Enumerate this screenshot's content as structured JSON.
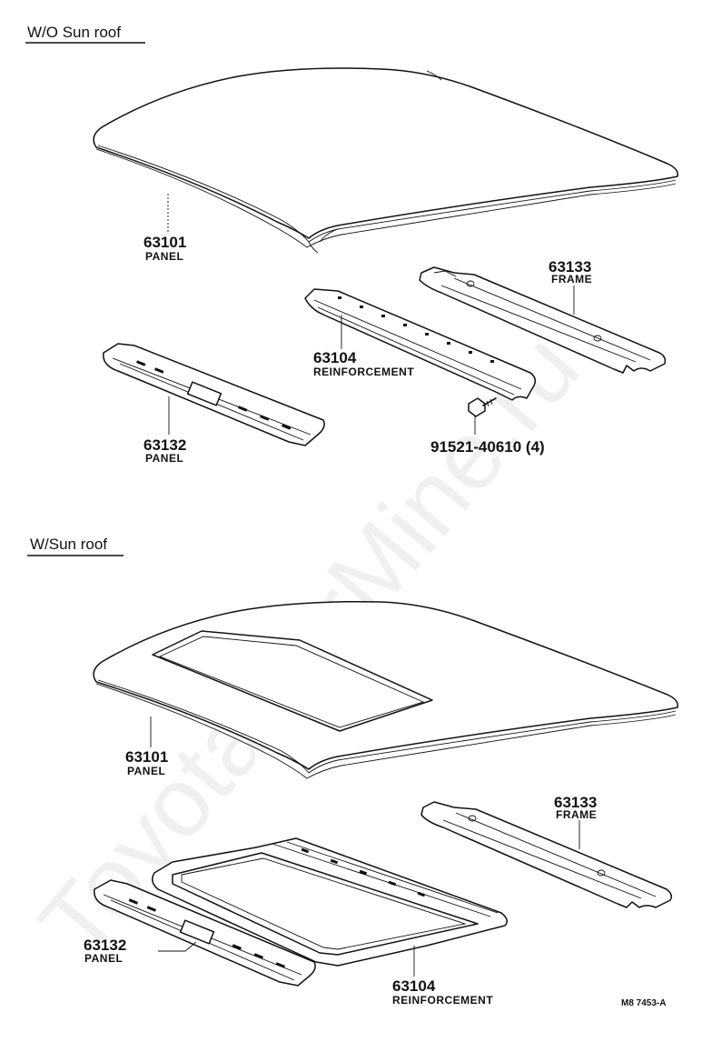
{
  "watermark": "ToyotaCarMine.ru",
  "sections": [
    {
      "title": "W/O  Sun roof",
      "callouts": [
        {
          "part": "63101",
          "name": "PANEL"
        },
        {
          "part": "63133",
          "name": "FRAME"
        },
        {
          "part": "63104",
          "name": "REINFORCEMENT"
        },
        {
          "part": "63132",
          "name": "PANEL"
        },
        {
          "part": "91521-40610 (4)",
          "name": ""
        }
      ]
    },
    {
      "title": "W/Sun roof",
      "callouts": [
        {
          "part": "63101",
          "name": "PANEL"
        },
        {
          "part": "63133",
          "name": "FRAME"
        },
        {
          "part": "63132",
          "name": "PANEL"
        },
        {
          "part": "63104",
          "name": "REINFORCEMENT"
        }
      ]
    }
  ],
  "figure_code": "M8  7453-A"
}
